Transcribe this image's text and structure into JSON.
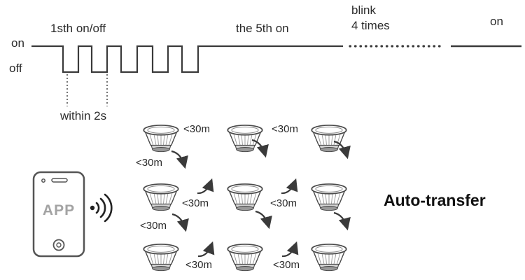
{
  "timing": {
    "on_left": "on",
    "off_left": "off",
    "first_cycle_label": "1sth on/off",
    "fifth_on_label": "the 5th on",
    "blink_line1": "blink",
    "blink_line2": "4 times",
    "on_right": "on",
    "within_label": "within 2s"
  },
  "mesh": {
    "app_label": "APP",
    "auto_transfer_label": "Auto-transfer",
    "distance_labels": [
      "<30m",
      "<30m",
      "<30m",
      "<30m",
      "<30m",
      "<30m",
      "<30m",
      "<30m"
    ]
  },
  "colors": {
    "line": "#3a3a3a",
    "text": "#2b2b2b"
  }
}
